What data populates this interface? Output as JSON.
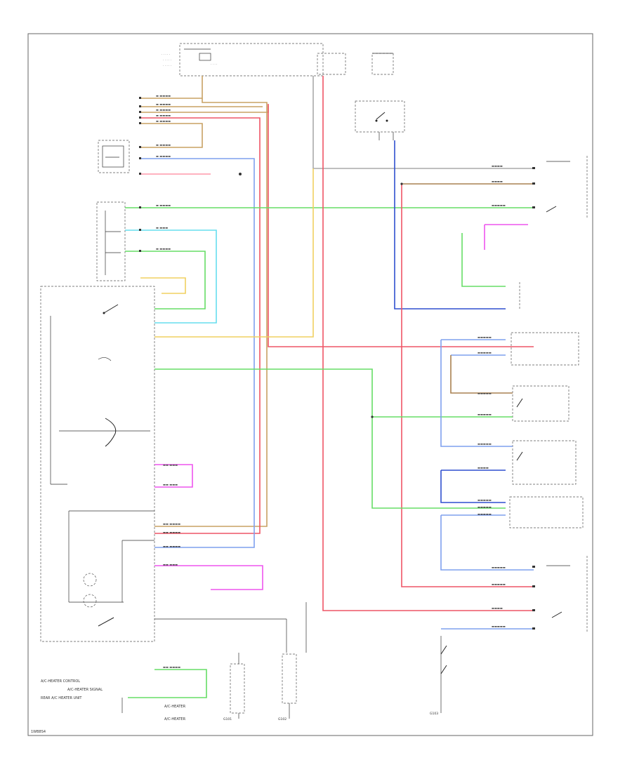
{
  "footer": {
    "code": "1WB8S4"
  },
  "labels": {
    "left_bottom_1": "A/C-HEATER CONTROL",
    "left_bottom_2": "A/C-HEATER SIGNAL",
    "left_bottom_3": "REAR A/C HEATER UNIT",
    "bottom_sw1": "A/C-HEATER",
    "bottom_sw2": "A/C-HEATER",
    "g101": "G101",
    "g102": "G102",
    "g103": "G103"
  },
  "colors": {
    "orange": "#c8a264",
    "orange2": "#d9a040",
    "red": "#ee5566",
    "pink": "#ff99aa",
    "blue": "#7fa0ee",
    "darkblue": "#2f4fcf",
    "green": "#66dd66",
    "cyan": "#66ddee",
    "magenta": "#ee55ee",
    "yellow": "#f0d060",
    "brown": "#a88050",
    "grey": "#aaaaaa",
    "black": "#222222"
  }
}
